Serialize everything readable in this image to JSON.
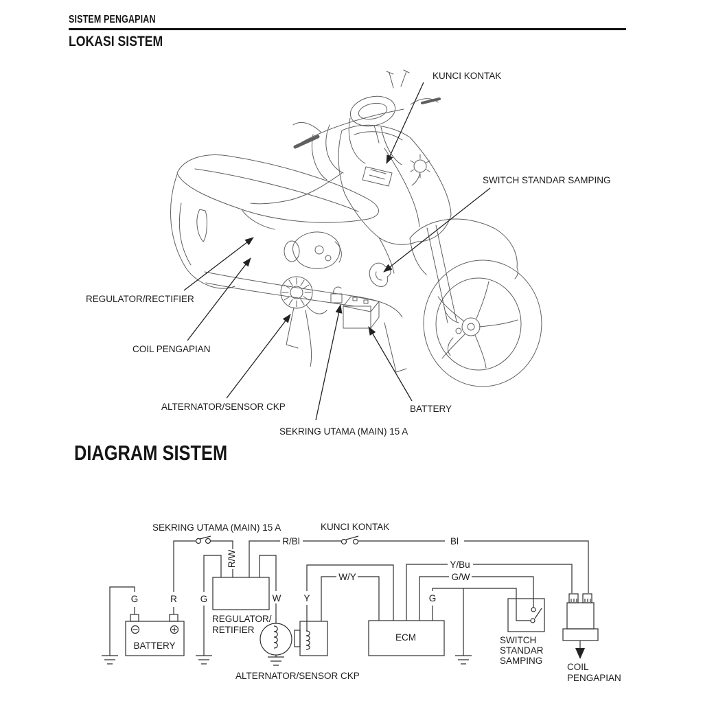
{
  "page": {
    "kicker": "SISTEM PENGAPIAN",
    "section1_title": "LOKASI SISTEM",
    "section2_title": "DIAGRAM SISTEM"
  },
  "location": {
    "callouts": {
      "kunci_kontak": "KUNCI KONTAK",
      "switch_standar_samping": "SWITCH STANDAR SAMPING",
      "regulator_rectifier": "REGULATOR/RECTIFIER",
      "coil_pengapian": "COIL PENGAPIAN",
      "alternator_sensor_ckp": "ALTERNATOR/SENSOR CKP",
      "sekring_utama": "SEKRING UTAMA (MAIN) 15 A",
      "battery": "BATTERY"
    }
  },
  "diagram": {
    "labels": {
      "sekring_utama": "SEKRING UTAMA (MAIN) 15 A",
      "kunci_kontak": "KUNCI KONTAK"
    },
    "wires": {
      "rw": "R/W",
      "rbl": "R/Bl",
      "bl": "Bl",
      "ybu": "Y/Bu",
      "gw": "G/W",
      "wy": "W/Y",
      "battery_neg": "G",
      "battery_pos": "R",
      "regulator_gnd": "G",
      "regulator_w": "W",
      "sensor_y": "Y",
      "ecm_gnd": "G"
    },
    "components": {
      "battery": "BATTERY",
      "regulator_line1": "REGULATOR/",
      "regulator_line2": "RETIFIER",
      "alternator": "ALTERNATOR/SENSOR CKP",
      "ecm": "ECM",
      "switch_line1": "SWITCH",
      "switch_line2": "STANDAR",
      "switch_line3": "SAMPING",
      "coil_line1": "COIL",
      "coil_line2": "PENGAPIAN"
    }
  }
}
